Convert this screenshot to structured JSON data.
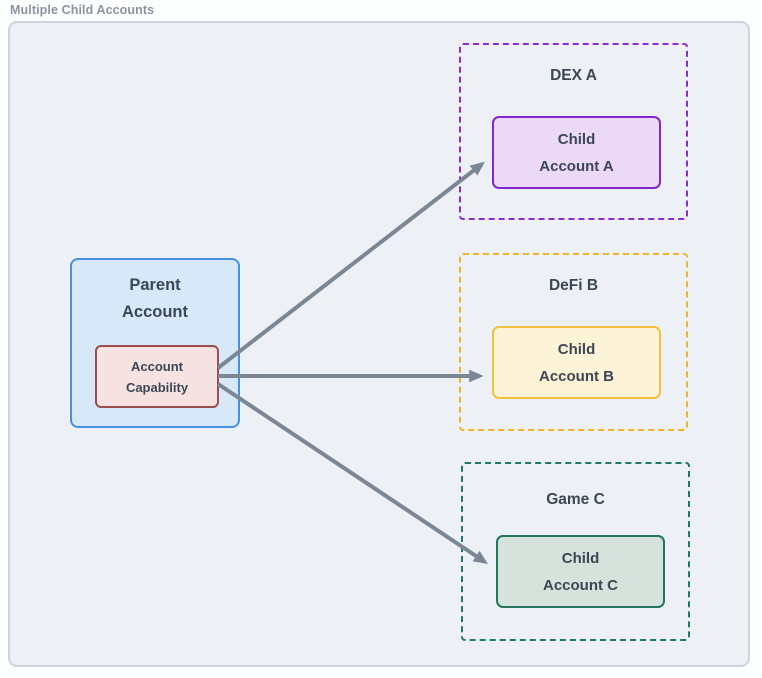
{
  "title": "Multiple Child Accounts",
  "colors": {
    "canvas_bg": "#edf1f5",
    "canvas_border": "#ccd5dd",
    "title_text": "#8a95a1",
    "text": "#3b4754",
    "arrow": "#7b8794",
    "parent_fill": "#d7e8f9",
    "parent_border": "#4591e2",
    "capability_fill": "#f5e2e1",
    "capability_border": "#9d4c4c"
  },
  "parent": {
    "label": "Parent\nAccount",
    "capability_label": "Account\nCapability"
  },
  "children": [
    {
      "label": "DEX A",
      "box_label": "Child\nAccount A",
      "dash_color": "#8e2ad1",
      "box_fill": "#ecd9f8",
      "box_border": "#8426cf"
    },
    {
      "label": "DeFi B",
      "box_label": "Child\nAccount B",
      "dash_color": "#f0b429",
      "box_fill": "#fdf3d6",
      "box_border": "#f2c13c"
    },
    {
      "label": "Game C",
      "box_label": "Child\nAccount C",
      "dash_color": "#1e7a66",
      "box_fill": "#d6e3dc",
      "box_border": "#22755e"
    }
  ],
  "connections": [
    {
      "from": "Account Capability",
      "to": "Child Account A"
    },
    {
      "from": "Account Capability",
      "to": "Child Account B"
    },
    {
      "from": "Account Capability",
      "to": "Child Account C"
    }
  ]
}
